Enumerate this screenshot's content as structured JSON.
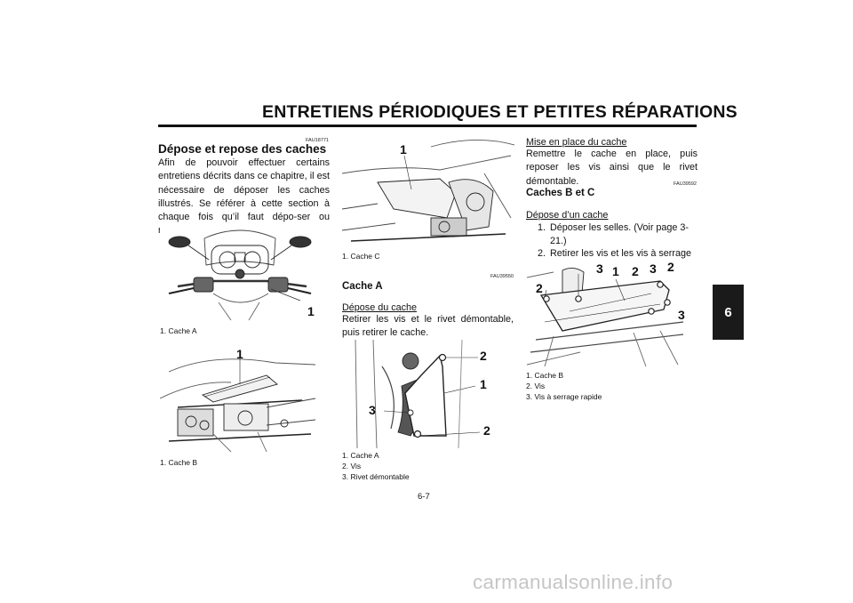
{
  "header": {
    "title": "ENTRETIENS PÉRIODIQUES ET PETITES RÉPARATIONS",
    "chapter_tab": "6"
  },
  "col1": {
    "code": "FAU18771",
    "title": "Dépose et repose des caches",
    "intro": "Afin de pouvoir effectuer certains entretiens décrits dans ce chapitre, il est nécessaire de déposer les caches illustrés. Se référer à cette section à chaque fois qu’il faut dépo-ser ou reposer un cache.",
    "fig1": {
      "callouts": [
        "1"
      ],
      "captions": [
        "1.  Cache A"
      ]
    },
    "fig2": {
      "callouts": [
        "1"
      ],
      "captions": [
        "1.  Cache B"
      ]
    }
  },
  "col2": {
    "fig3": {
      "callouts": [
        "1"
      ],
      "captions": [
        "1.  Cache C"
      ]
    },
    "code": "FAU39550",
    "section_title": "Cache A",
    "removal_heading": "Dépose du cache",
    "removal_text": "Retirer les vis et le rivet démontable, puis retirer le cache.",
    "fig4": {
      "callouts": [
        "2",
        "1",
        "3",
        "2"
      ],
      "captions": [
        "1.  Cache A",
        "2.  Vis",
        "3.  Rivet démontable"
      ]
    }
  },
  "col3": {
    "install_heading": "Mise en place du cache",
    "install_text": "Remettre le cache en place, puis reposer les vis ainsi que le rivet démontable.",
    "code": "FAU39592",
    "section_title": "Caches B et C",
    "removal_heading": "Dépose d’un cache",
    "steps": [
      {
        "num": "1.",
        "text": "Déposer les selles. (Voir page 3-21.)"
      },
      {
        "num": "2.",
        "text": "Retirer les vis et les vis à serrage ra-pide, puis déposer ensuite le cache."
      }
    ],
    "fig5": {
      "callouts": [
        "3",
        "1",
        "2",
        "3",
        "2",
        "2",
        "3"
      ],
      "captions": [
        "1.  Cache B",
        "2.  Vis",
        "3.  Vis à serrage rapide"
      ]
    }
  },
  "footer": {
    "page_number": "6-7",
    "watermark": "carmanualsonline.info"
  }
}
